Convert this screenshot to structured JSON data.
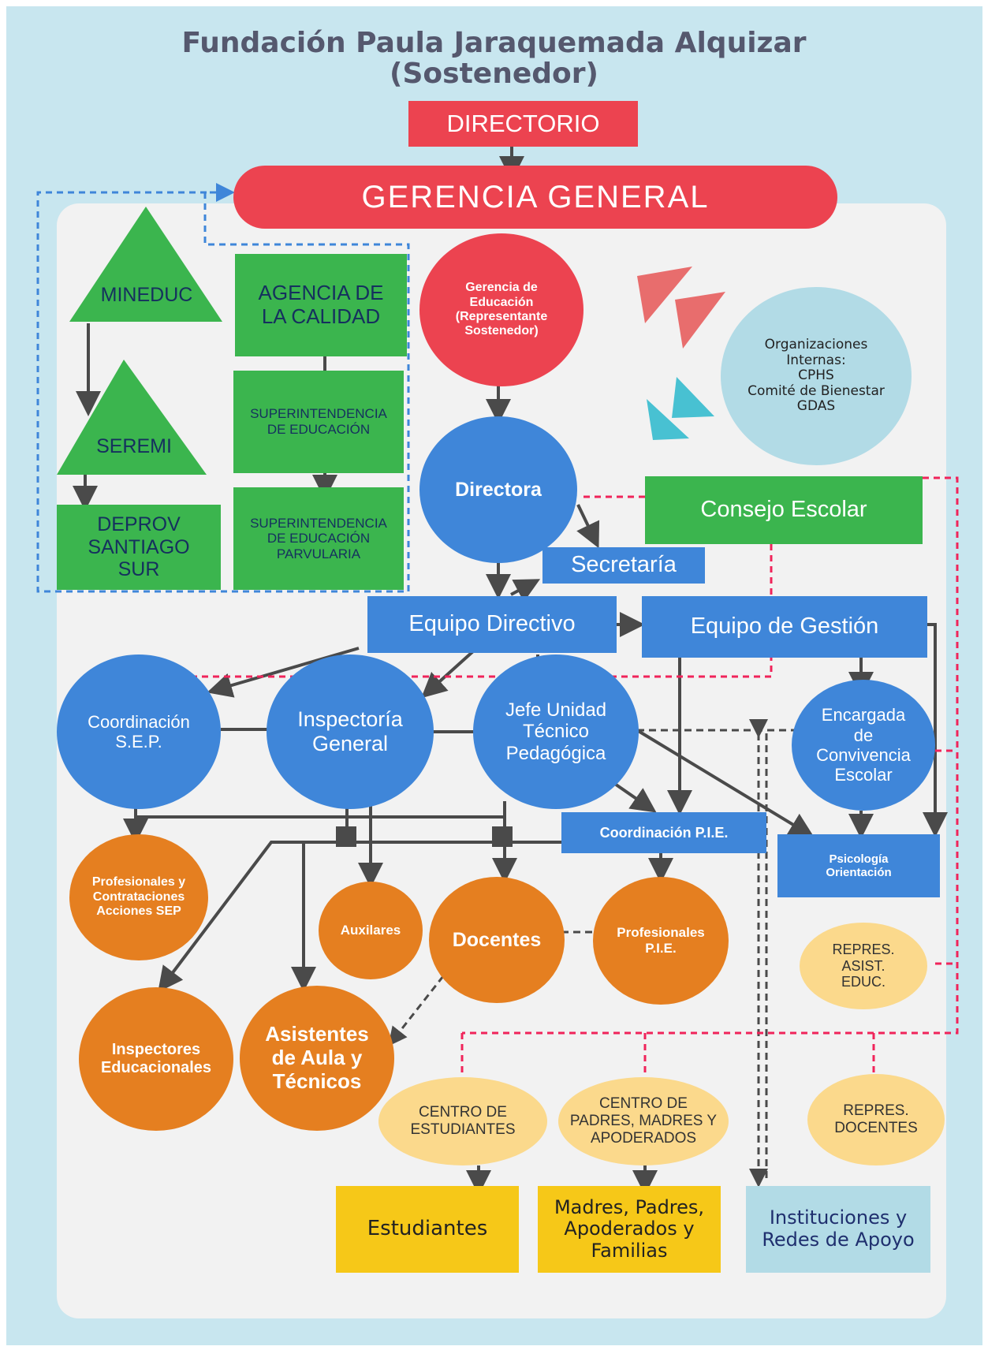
{
  "header": {
    "title_line1": "Fundación Paula Jaraquemada Alquizar",
    "title_line2": "(Sostenedor)"
  },
  "top": {
    "directorio": "DIRECTORIO",
    "gerencia_general": "GERENCIA GENERAL",
    "gerencia_educacion": "Gerencia de\nEducación\n(Representante\nSostenedor)"
  },
  "external": {
    "mineduc": "MINEDUC",
    "seremi": "SEREMI",
    "deprov": "DEPROV\nSANTIAGO\nSUR",
    "agencia": "AGENCIA DE\nLA CALIDAD",
    "superintendencia": "SUPERINTENDENCIA\nDE EDUCACIÓN",
    "superintendencia_parv": "SUPERINTENDENCIA\nDE EDUCACIÓN\nPARVULARIA"
  },
  "internal_orgs": "Organizaciones\nInternas:\nCPHS\nComité de Bienestar\nGDAS",
  "management": {
    "directora": "Directora",
    "consejo_escolar": "Consejo Escolar",
    "secretaria": "Secretaría",
    "equipo_directivo": "Equipo Directivo",
    "equipo_gestion": "Equipo de Gestión"
  },
  "units": {
    "coordinacion_sep": "Coordinación\nS.E.P.",
    "inspectoria": "Inspectoría\nGeneral",
    "jefe_utp": "Jefe Unidad\nTécnico\nPedagógica",
    "convivencia": "Encargada\nde\nConvivencia\nEscolar",
    "coordinacion_pie": "Coordinación P.I.E.",
    "psicologia": "Psicología\nOrientación"
  },
  "staff": {
    "profesionales_sep": "Profesionales y\nContrataciones\nAcciones SEP",
    "auxiliares": "Auxilares",
    "docentes": "Docentes",
    "profesionales_pie": "Profesionales\nP.I.E.",
    "inspectores": "Inspectores\nEducacionales",
    "asistentes": "Asistentes\nde Aula y\nTécnicos"
  },
  "representatives": {
    "repres_asist": "REPRES.\nASIST.\nEDUC.",
    "centro_estudiantes": "CENTRO DE\nESTUDIANTES",
    "centro_padres": "CENTRO DE\nPADRES, MADRES Y\nAPODERADOS",
    "repres_docentes": "REPRES.\nDOCENTES"
  },
  "community": {
    "estudiantes": "Estudiantes",
    "madres_padres": "Madres, Padres,\nApoderados y\nFamilias",
    "instituciones": "Instituciones y\nRedes de Apoyo"
  },
  "colors": {
    "red": "#ec4350",
    "blue": "#3f86d9",
    "green": "#3bb54e",
    "orange": "#e57f20",
    "cream": "#fbd98c",
    "yellow": "#f6c818",
    "light_blue": "#b2dbe6",
    "dashed_red": "#f0245a",
    "dashed_blue": "#3f86d9",
    "arrow": "#4a4a4a"
  }
}
